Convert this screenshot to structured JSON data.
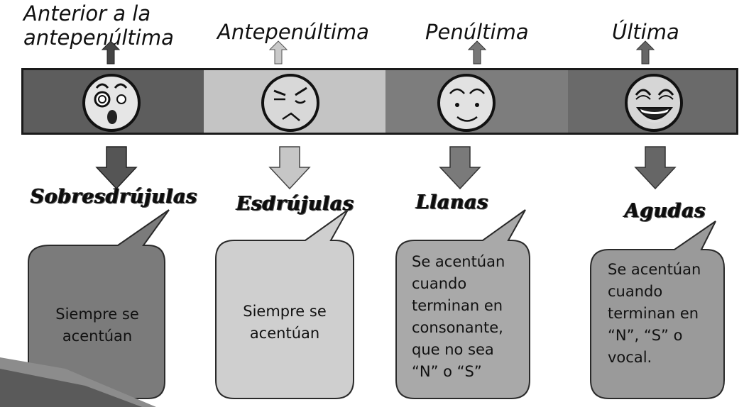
{
  "positions": [
    {
      "line1": "Anterior a la",
      "line2": "antepenúltima"
    },
    {
      "label": "Antepenúltima"
    },
    {
      "label": "Penúltima"
    },
    {
      "label": "Última"
    }
  ],
  "categories": [
    {
      "title": "Sobresdrújulas",
      "rule_line1": "Siempre se",
      "rule_line2": "acentúan"
    },
    {
      "title": "Esdrújulas",
      "rule_line1": "Siempre se",
      "rule_line2": "acentúan"
    },
    {
      "title": "Llanas",
      "rule_lines": [
        "Se acentúan",
        "cuando",
        "terminan en",
        "consonante,",
        "que no sea",
        "“N” o “S”"
      ]
    },
    {
      "title": "Agudas",
      "rule_lines": [
        "Se acentúan",
        "cuando",
        "terminan en",
        "“N”, “S” o",
        "vocal."
      ]
    }
  ],
  "colors": {
    "band_1": "#5d5d5d",
    "band_2": "#c4c4c4",
    "band_3": "#7d7d7d",
    "band_4": "#6a6a6a",
    "bubble_1": "#7b7b7b",
    "bubble_2": "#cfcfcf",
    "bubble_3": "#a9a9a9",
    "bubble_4": "#9a9a9a"
  }
}
